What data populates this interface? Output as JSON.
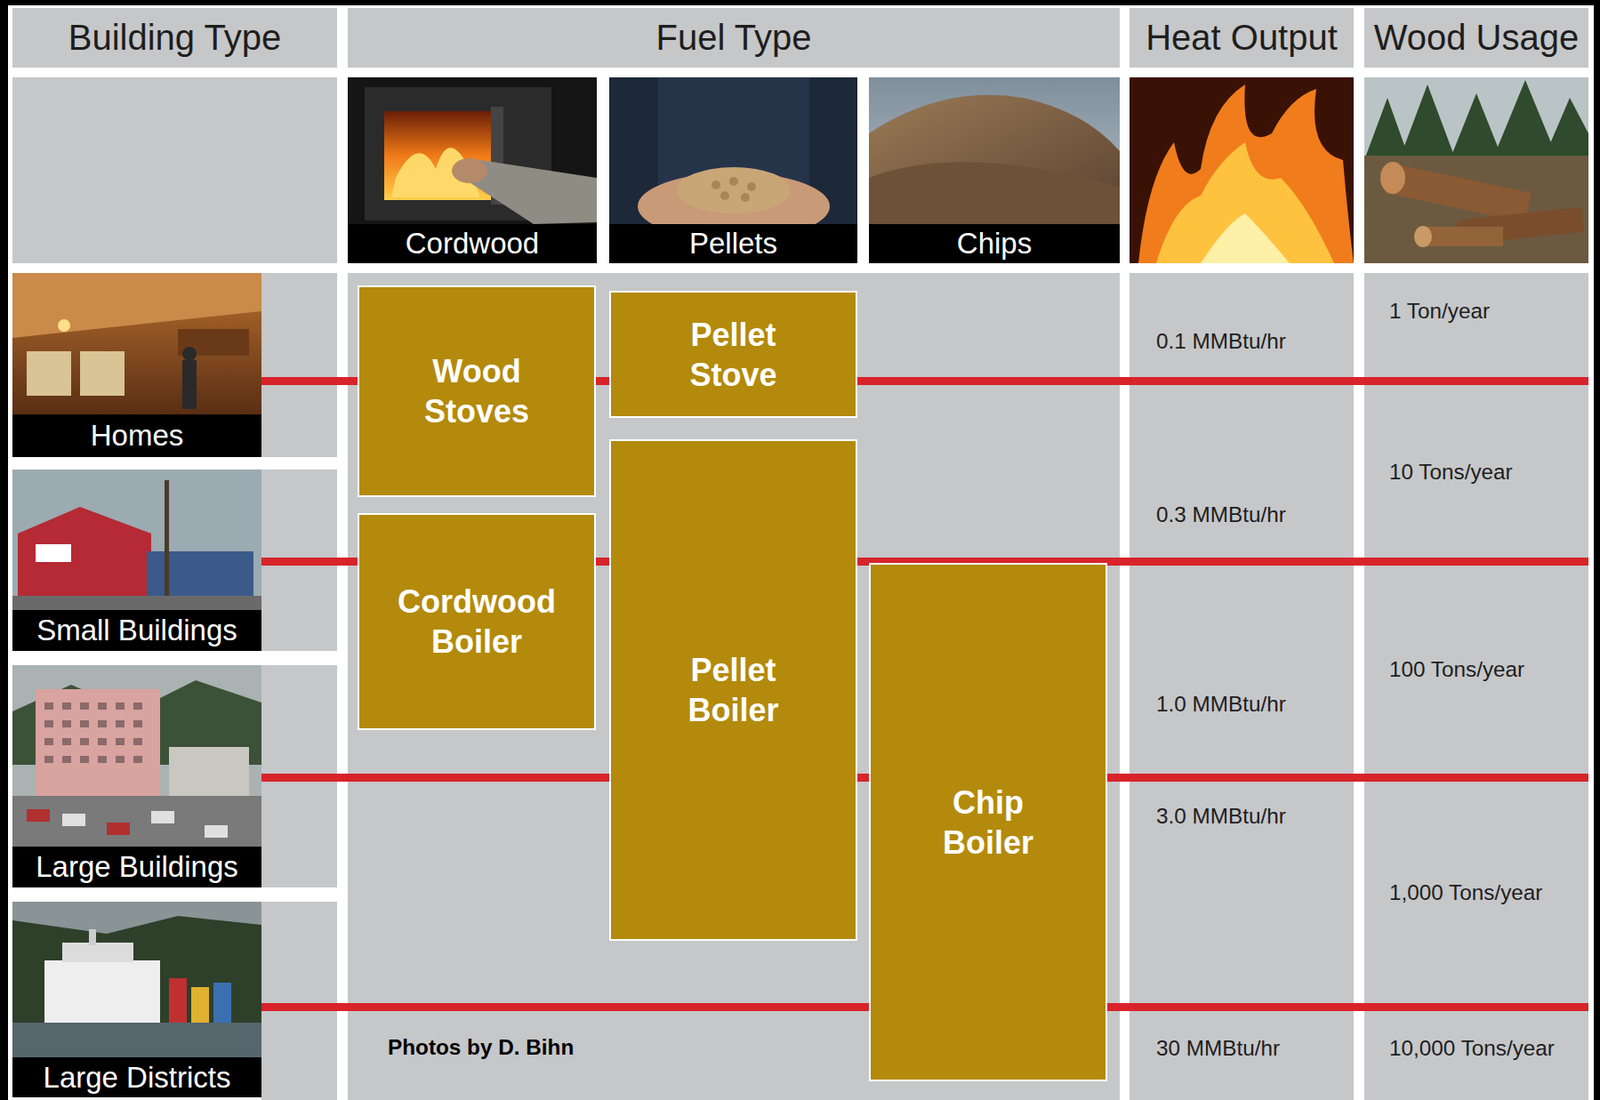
{
  "diagram": {
    "nodes": [
      {
        "text": [
          "Building Type"
        ]
      },
      {
        "text": [
          "Fuel Type"
        ]
      },
      {
        "text": [
          "Heat Output"
        ]
      },
      {
        "text": [
          "Wood Usage"
        ]
      },
      {
        "text": [
          "Wood Stoves"
        ]
      },
      {
        "text": [
          "Pellet Stove"
        ]
      },
      {
        "text": [
          "Pellet Boiler"
        ]
      },
      {
        "text": [
          "Cordwood Boiler"
        ]
      },
      {
        "text": [
          "Chip Boiler"
        ]
      }
    ],
    "labels": [
      "Cordwood",
      "Pellets",
      "Chips",
      "Homes",
      "Small Buildings",
      "Large Buildings",
      "Large Districts",
      "0.1 MMBtu/hr",
      "0.3 MMBtu/hr",
      "1.0 MMBtu/hr",
      "3.0 MMBtu/hr",
      "30 MMBtu/hr",
      "1 Ton/year",
      "10 Tons/year",
      "100 Tons/year",
      "1,000 Tons/year",
      "10,000 Tons/year",
      "Photos by D. Bihn"
    ]
  }
}
